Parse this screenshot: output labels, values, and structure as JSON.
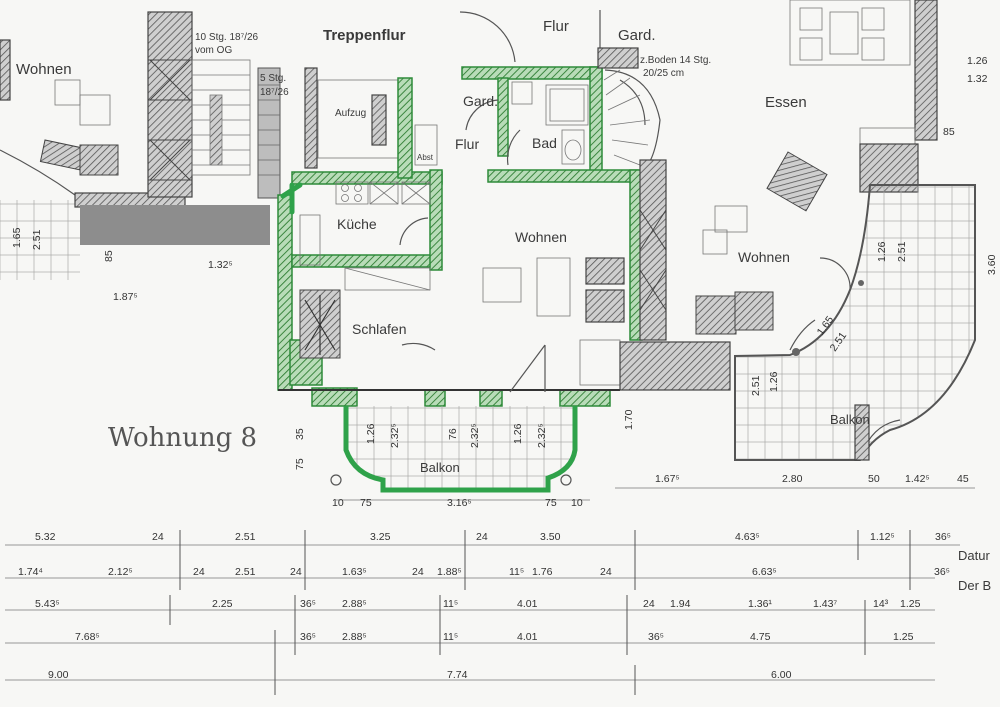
{
  "title": "Wohnung 8",
  "rooms": {
    "wohnen_left": "Wohnen",
    "treppenflur": "Treppenflur",
    "aufzug": "Aufzug",
    "flur_top": "Flur",
    "gard_top": "Gard.",
    "gard": "Gard.",
    "flur": "Flur",
    "bad": "Bad",
    "kueche": "Küche",
    "wohnen_center": "Wohnen",
    "schlafen": "Schlafen",
    "balkon_center": "Balkon",
    "essen": "Essen",
    "wohnen_right": "Wohnen",
    "balkon_right": "Balkon",
    "abst": "Abst"
  },
  "stairs": {
    "left_a": "10 Stg. 18⁷/26",
    "left_b": "vom OG",
    "left_c": "5 Stg.",
    "left_d": "18⁷/26",
    "right_a": "z.Boden 14 Stg.",
    "right_b": "20/25 cm"
  },
  "legend": {
    "datum": "Datur",
    "der": "Der B"
  },
  "room_dims": {
    "l1": "1.65",
    "l2": "2.51",
    "l3": "1.32⁵",
    "l4": "85",
    "l5": "1.87⁵",
    "b1": "1.26",
    "b2": "2.32⁵",
    "b3": "76",
    "b4": "2.32⁵",
    "b5": "1.26",
    "b6": "2.32⁵",
    "b7": "35",
    "b8": "75",
    "b9": "1.70",
    "r1": "1.26",
    "r2": "2.51",
    "r3": "1.65",
    "r4": "2.51",
    "r5": "1.26",
    "r6": "2.51",
    "r7": "1.26",
    "r8": "1.32",
    "r9": "85",
    "r10": "3.60"
  },
  "balcony_dims": [
    "10",
    "75",
    "3.16⁵",
    "75",
    "10"
  ],
  "right_balcony_dims": [
    "1.67⁵",
    "2.80",
    "50",
    "1.42⁵",
    "45"
  ],
  "dim_rows": [
    [
      "5.32",
      "24",
      "2.51",
      "3.25",
      "24",
      "3.50",
      "4.63⁵",
      "1.12⁵",
      "36⁵"
    ],
    [
      "1.74⁴",
      "2.12⁵",
      "24",
      "2.51",
      "24",
      "1.63⁵",
      "24",
      "1.88⁵",
      "11⁵",
      "1.76",
      "24",
      "6.63⁵",
      "36⁵"
    ],
    [
      "5.43⁵",
      "2.25",
      "36⁵",
      "2.88⁵",
      "11⁵",
      "4.01",
      "24",
      "1.94",
      "1.36¹",
      "1.43⁷",
      "14³",
      "1.25"
    ],
    [
      "7.68⁵",
      "36⁵",
      "2.88⁵",
      "11⁵",
      "4.01",
      "36⁵",
      "4.75",
      "1.25"
    ],
    [
      "9.00",
      "7.74",
      "6.00"
    ]
  ]
}
